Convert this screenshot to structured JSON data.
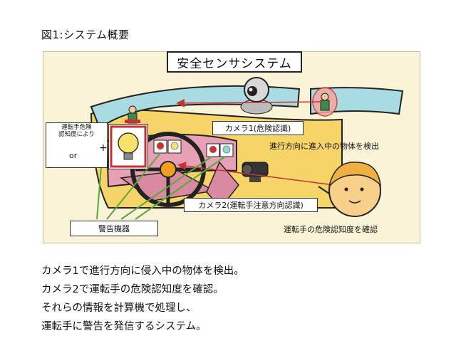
{
  "figure_label": "図1:システム概要",
  "panel": {
    "title": "安全センサシステム",
    "camera1_label": "カメラ1(危険認識)",
    "camera1_note": "進行方向に進入中の物体を検出",
    "camera2_label": "カメラ2(運転手注意方向認識)",
    "driver_note": "運転手の危険認知度を確認",
    "warning_label": "警告機器",
    "driver_awareness_label": "運転手危険\n認知度により",
    "or_text": "or",
    "plus_text": "+"
  },
  "summary_lines": [
    "カメラ1で進行方向に侵入中の物体を検出。",
    "カメラ2で運転手の危険認知度を確認。",
    "それらの情報を計算機で処理し、",
    "運転手に警告を発信するシステム。"
  ],
  "colors": {
    "arrow_red": "#c83232",
    "line_green": "#5aa83c",
    "panel_bg": "#fbf3d8",
    "windshield": "#a9dbe2",
    "dashboard": "#e8a0b4",
    "car_body": "#f6d468"
  },
  "icons": [
    "camera-icon",
    "bulb-icon",
    "siren-icon",
    "speaker-icon",
    "steering-wheel-icon",
    "pedestrian-icon",
    "driver-face-icon"
  ]
}
